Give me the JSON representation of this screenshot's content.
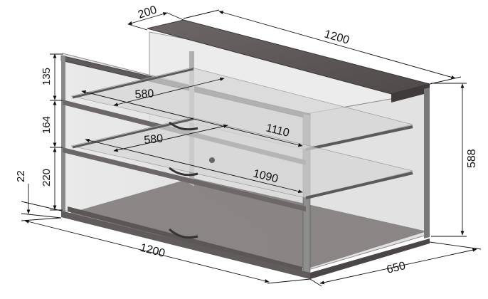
{
  "dimensions": {
    "top_depth": "200",
    "top_width": "1200",
    "height_upper": "135",
    "height_middle": "164",
    "height_lower": "220",
    "base_height": "22",
    "total_height": "588",
    "bottom_width": "1200",
    "bottom_depth": "650",
    "shelf_upper_depth": "580",
    "shelf_upper_width": "1110",
    "shelf_lower_depth": "580",
    "shelf_lower_width": "1090"
  }
}
